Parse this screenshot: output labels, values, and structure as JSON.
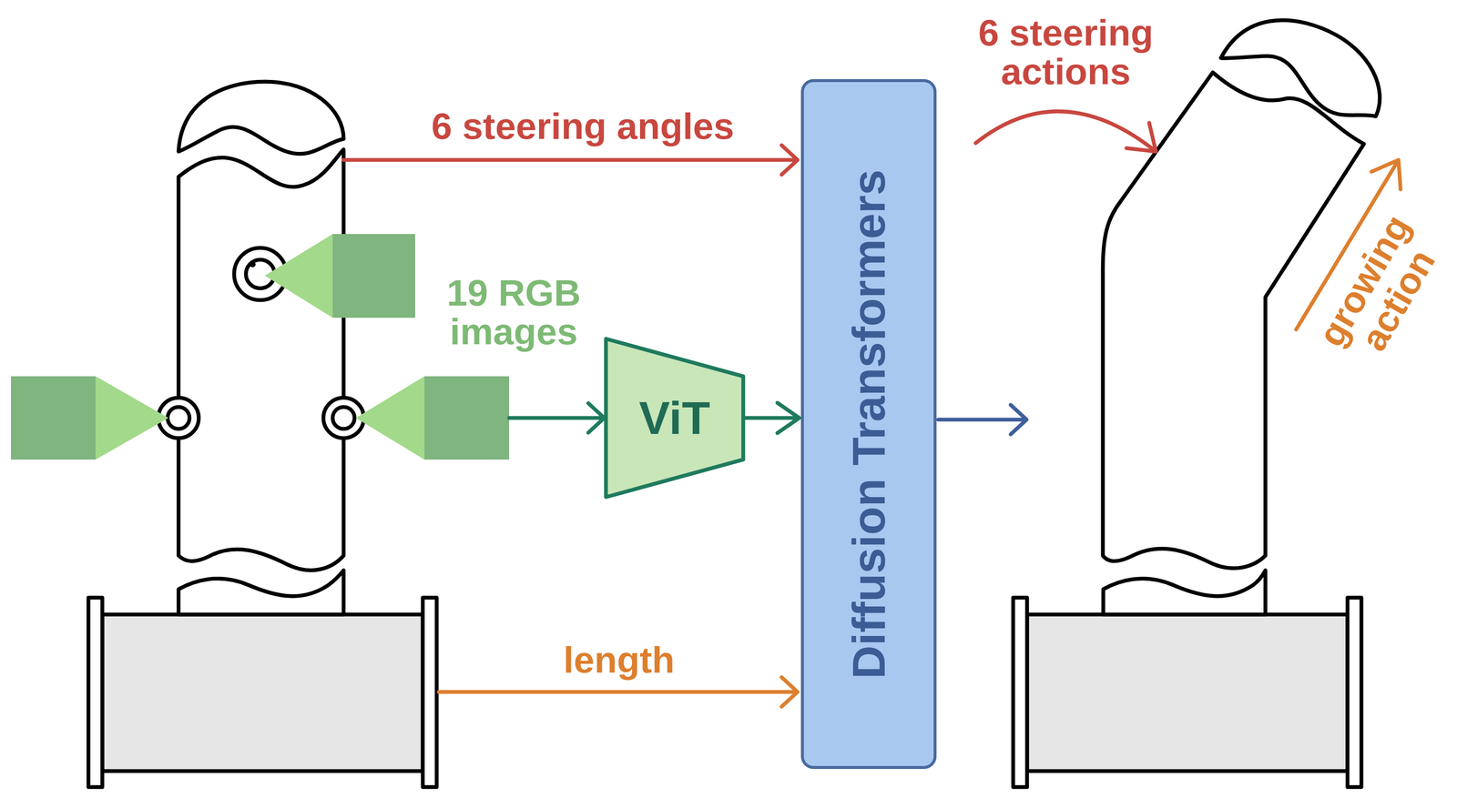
{
  "diagram": {
    "nodes": [
      {
        "text": [
          "ViT"
        ]
      },
      {
        "text": [
          "Diffusion Transformers"
        ]
      }
    ],
    "edges": [
      {
        "from": 0,
        "to": 1,
        "arrow": "to"
      }
    ],
    "labels": [
      "6 steering angles",
      "19 RGB images",
      "length",
      "6 steering actions",
      "growing action"
    ]
  }
}
